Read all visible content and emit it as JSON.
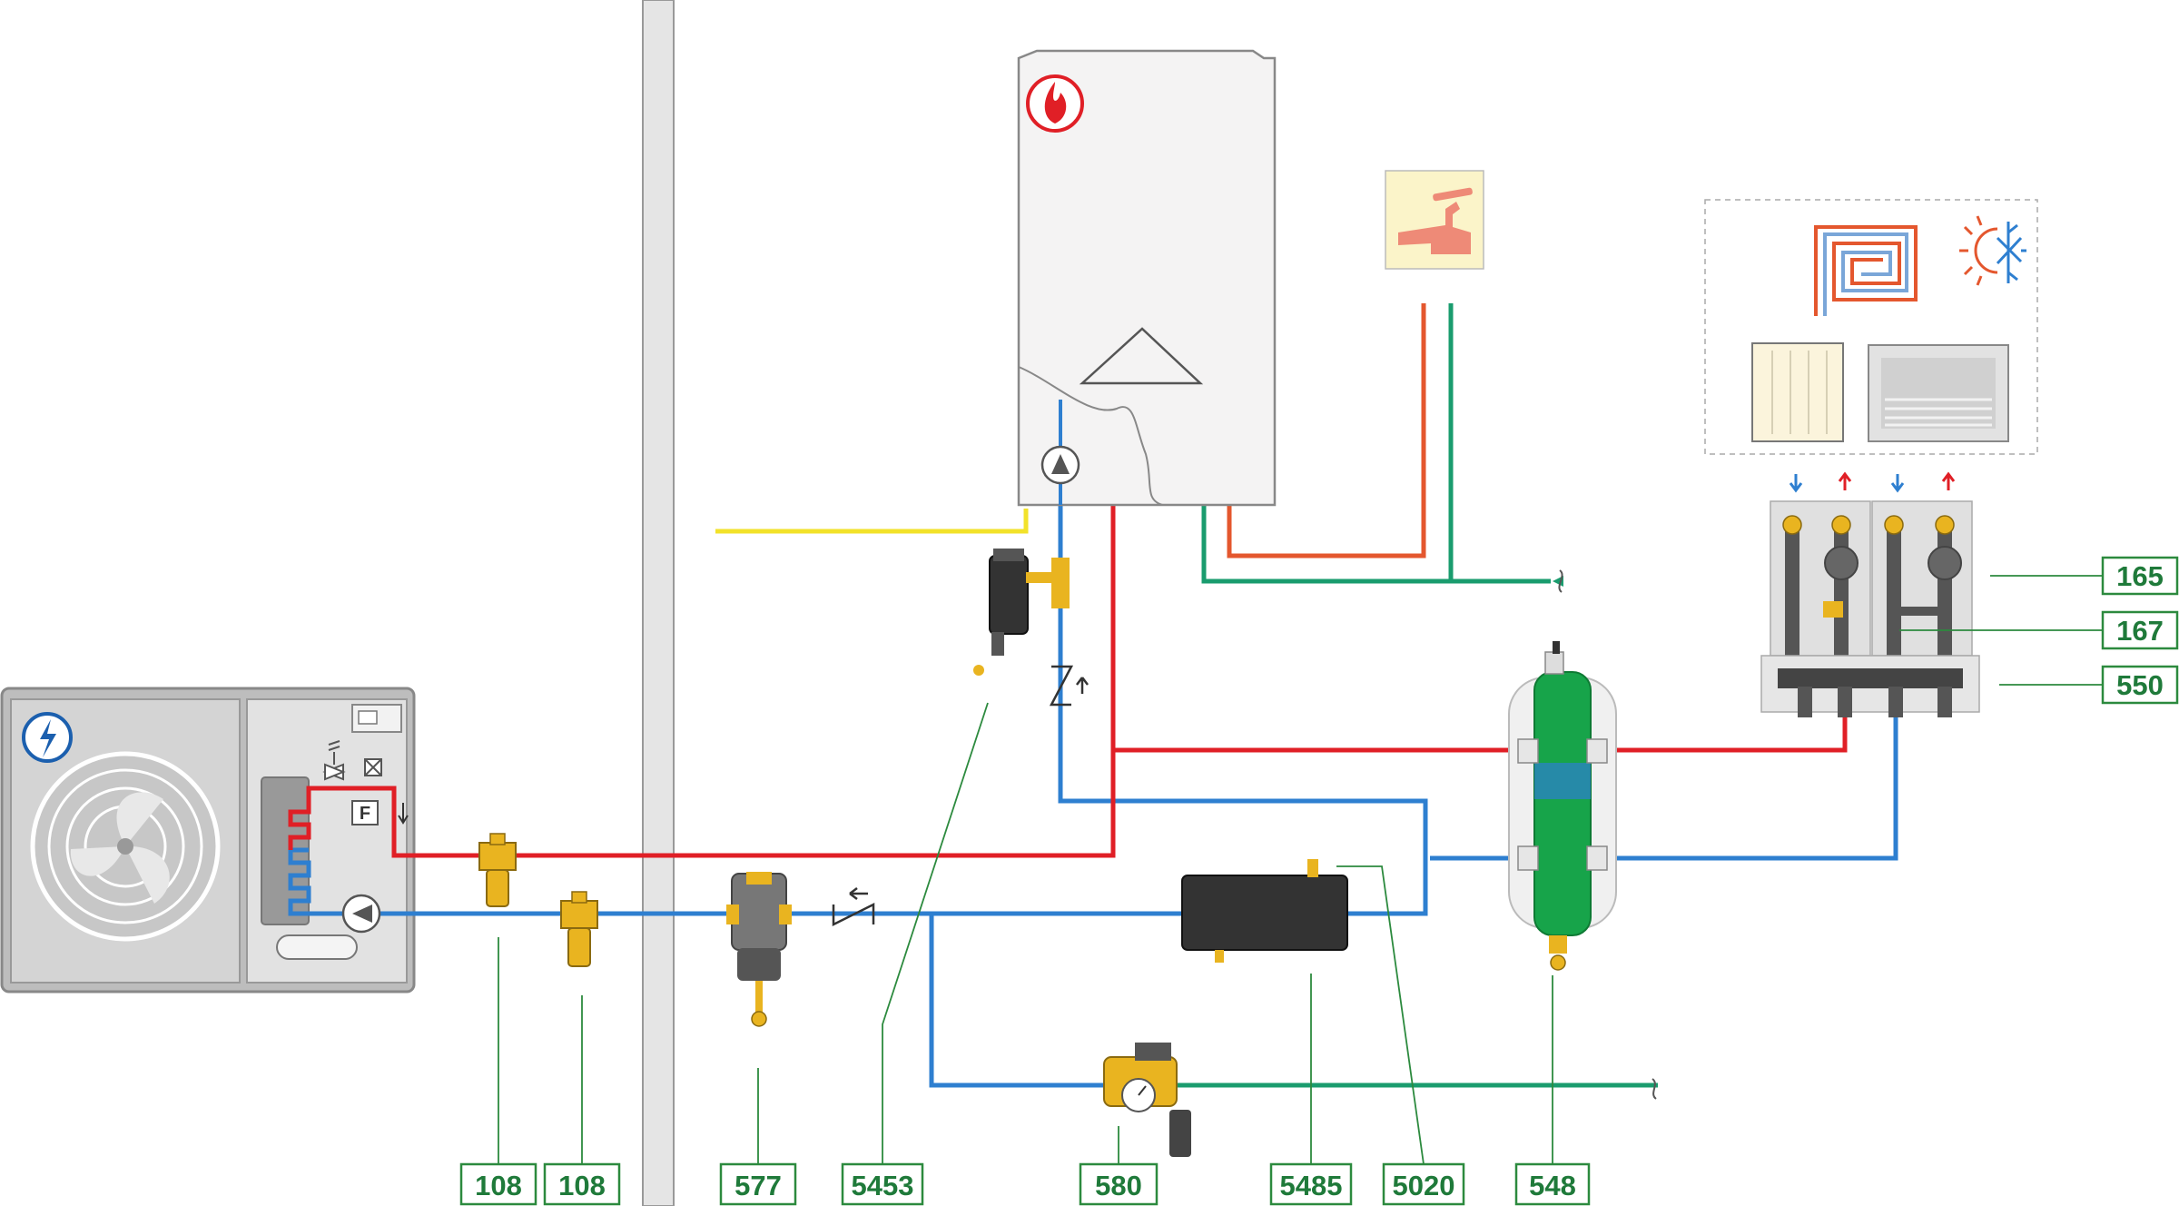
{
  "colors": {
    "supply": "#e01f26",
    "return": "#2e7fd0",
    "gas": "#f2e22a",
    "dhw_hot": "#e4572e",
    "cold_water": "#1a9c6e",
    "label_border": "#2c8a3e",
    "label_text": "#1f7a3a",
    "brass": "#e9b420"
  },
  "icons": {
    "heat_pump_badge": "lightning-icon",
    "boiler_badge": "flame-icon",
    "tap": "faucet-icon",
    "emitters": [
      "underfloor-heating-icon",
      "sun-snowflake-icon",
      "radiator-icon",
      "fan-coil-icon"
    ]
  },
  "component_text": {
    "flow_switch": "F"
  },
  "labels": {
    "bottom": [
      {
        "code": "108"
      },
      {
        "code": "108"
      },
      {
        "code": "577"
      },
      {
        "code": "5453"
      },
      {
        "code": "580"
      },
      {
        "code": "5485"
      },
      {
        "code": "5020"
      },
      {
        "code": "548"
      }
    ],
    "right": [
      {
        "code": "165"
      },
      {
        "code": "167"
      },
      {
        "code": "550"
      }
    ]
  }
}
